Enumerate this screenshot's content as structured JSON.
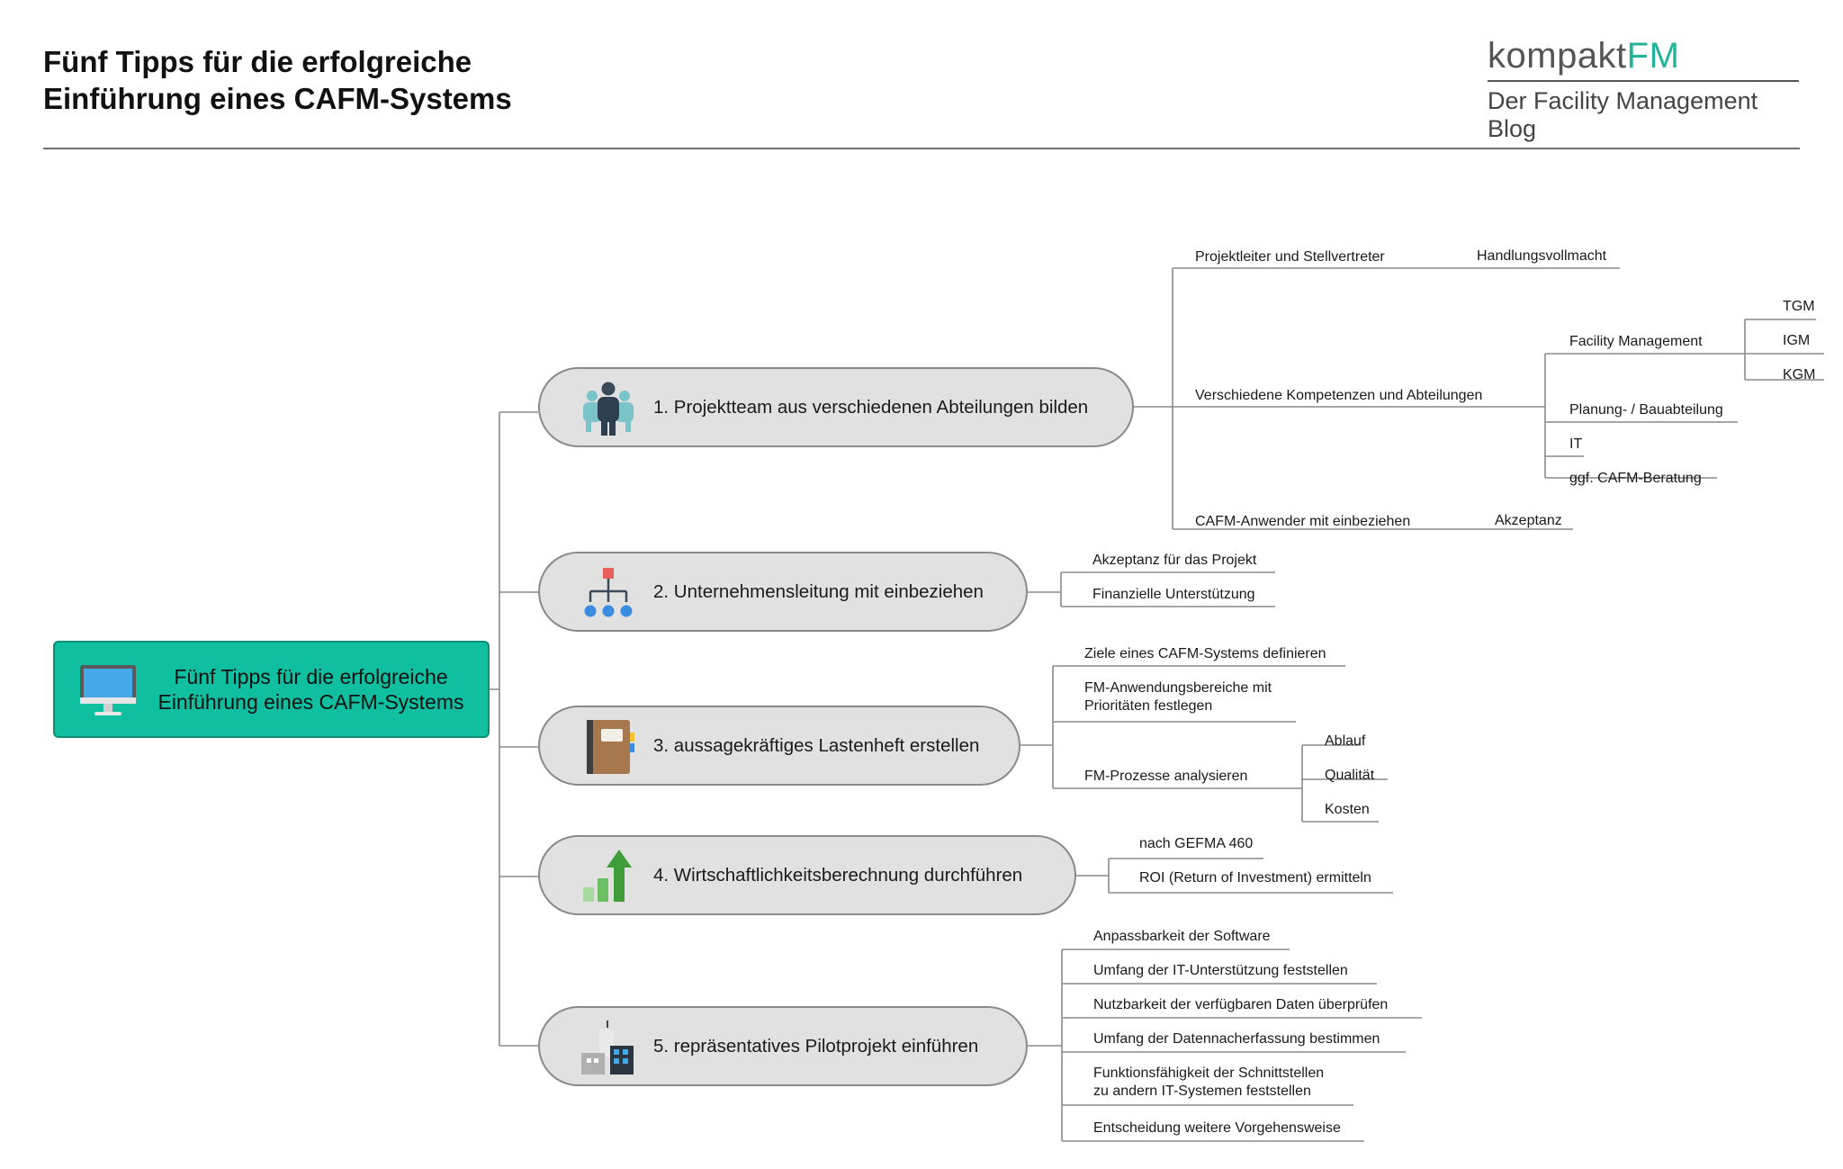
{
  "header": {
    "title_line1": "Fünf Tipps für die erfolgreiche",
    "title_line2": "Einführung eines CAFM-Systems"
  },
  "brand": {
    "logo_part1": "kompakt",
    "logo_part2": "FM",
    "tagline": "Der Facility Management Blog"
  },
  "root": {
    "line1": "Fünf Tipps für die erfolgreiche",
    "line2": "Einführung eines CAFM-Systems",
    "icon": "computer-monitor-icon"
  },
  "topics": [
    {
      "label": "1. Projektteam aus verschiedenen Abteilungen bilden",
      "icon": "team-icon",
      "children": [
        {
          "label": "Projektleiter und Stellvertreter",
          "children": [
            {
              "label": "Handlungsvollmacht"
            }
          ]
        },
        {
          "label": "Verschiedene Kompetenzen und Abteilungen",
          "children": [
            {
              "label": "Facility Management",
              "children": [
                {
                  "label": "TGM"
                },
                {
                  "label": "IGM"
                },
                {
                  "label": "KGM"
                }
              ]
            },
            {
              "label": "Planung- / Bauabteilung"
            },
            {
              "label": "IT"
            },
            {
              "label": "ggf. CAFM-Beratung"
            }
          ]
        },
        {
          "label": "CAFM-Anwender mit einbeziehen",
          "children": [
            {
              "label": "Akzeptanz"
            }
          ]
        }
      ]
    },
    {
      "label": "2. Unternehmensleitung mit einbeziehen",
      "icon": "org-chart-icon",
      "children": [
        {
          "label": "Akzeptanz für das Projekt"
        },
        {
          "label": "Finanzielle Unterstützung"
        }
      ]
    },
    {
      "label": "3. aussagekräftiges Lastenheft erstellen",
      "icon": "notebook-icon",
      "children": [
        {
          "label": "Ziele eines CAFM-Systems definieren"
        },
        {
          "label_line1": "FM-Anwendungsbereiche mit",
          "label_line2": "Prioritäten festlegen"
        },
        {
          "label": "FM-Prozesse analysieren",
          "children": [
            {
              "label": "Ablauf"
            },
            {
              "label": "Qualität"
            },
            {
              "label": "Kosten"
            }
          ]
        }
      ]
    },
    {
      "label": "4. Wirtschaftlichkeitsberechnung durchführen",
      "icon": "growth-chart-icon",
      "children": [
        {
          "label": "nach GEFMA 460"
        },
        {
          "label": "ROI (Return of Investment) ermitteln"
        }
      ]
    },
    {
      "label": "5. repräsentatives Pilotprojekt einführen",
      "icon": "buildings-icon",
      "children": [
        {
          "label": "Anpassbarkeit der Software"
        },
        {
          "label": "Umfang der IT-Unterstützung feststellen"
        },
        {
          "label": "Nutzbarkeit der verfügbaren Daten überprüfen"
        },
        {
          "label": "Umfang der Datennacherfassung bestimmen"
        },
        {
          "label_line1": "Funktionsfähigkeit der Schnittstellen",
          "label_line2": "zu andern IT-Systemen feststellen"
        },
        {
          "label": "Entscheidung weitere Vorgehensweise"
        }
      ]
    }
  ],
  "colors": {
    "root_fill": "#0fbf9f",
    "brand_accent": "#22b39a",
    "topic_fill": "#e1e1e1",
    "connector": "#8a8a8a"
  }
}
